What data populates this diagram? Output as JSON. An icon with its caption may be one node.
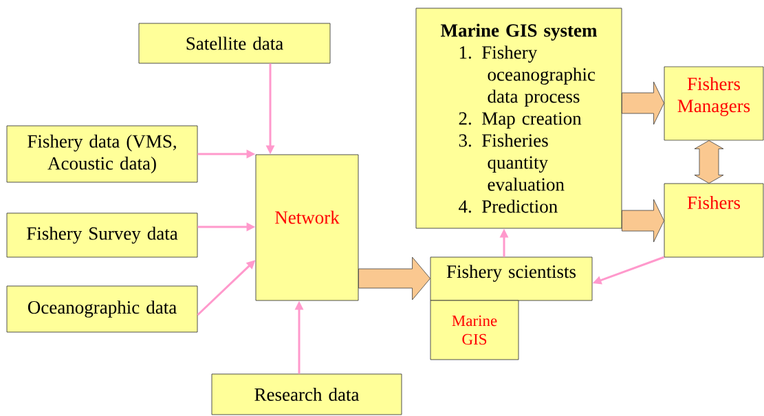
{
  "diagram": {
    "nodes": [
      {
        "text": [
          "Satellite data"
        ]
      },
      {
        "text": [
          "Fishery data (VMS, Acoustic data)"
        ]
      },
      {
        "text": [
          "Fishery Survey data"
        ]
      },
      {
        "text": [
          "Oceanographic data"
        ]
      },
      {
        "text": [
          "Network"
        ]
      },
      {
        "text": [
          "Research data"
        ]
      },
      {
        "text": [
          "Marine GIS system",
          "1. Fishery oceanographic data process",
          "2. Map creation",
          "3. Fisheries quantity evaluation",
          "4. Prediction"
        ]
      },
      {
        "text": [
          "Fishers Managers"
        ]
      },
      {
        "text": [
          "Fishers"
        ]
      },
      {
        "text": [
          "Fishery scientists"
        ]
      },
      {
        "text": [
          "Marine GIS"
        ]
      }
    ],
    "edges": [
      {
        "from": 0,
        "to": 4,
        "arrow": "to"
      },
      {
        "from": 1,
        "to": 4,
        "arrow": "to"
      },
      {
        "from": 2,
        "to": 4,
        "arrow": "to"
      },
      {
        "from": 3,
        "to": 4,
        "arrow": "to"
      },
      {
        "from": 5,
        "to": 4,
        "arrow": "to"
      },
      {
        "from": 4,
        "to": 9,
        "arrow": "to",
        "style": "thick",
        "color": "#fac890"
      },
      {
        "from": 9,
        "to": 6,
        "arrow": "to"
      },
      {
        "from": 6,
        "to": 7,
        "arrow": "to",
        "style": "thick",
        "color": "#fac890"
      },
      {
        "from": 6,
        "to": 8,
        "arrow": "to",
        "style": "thick",
        "color": "#fac890"
      },
      {
        "from": 7,
        "to": 8,
        "arrow": "both",
        "style": "thick",
        "color": "#fac890"
      },
      {
        "from": 8,
        "to": 9,
        "arrow": "to"
      }
    ]
  }
}
